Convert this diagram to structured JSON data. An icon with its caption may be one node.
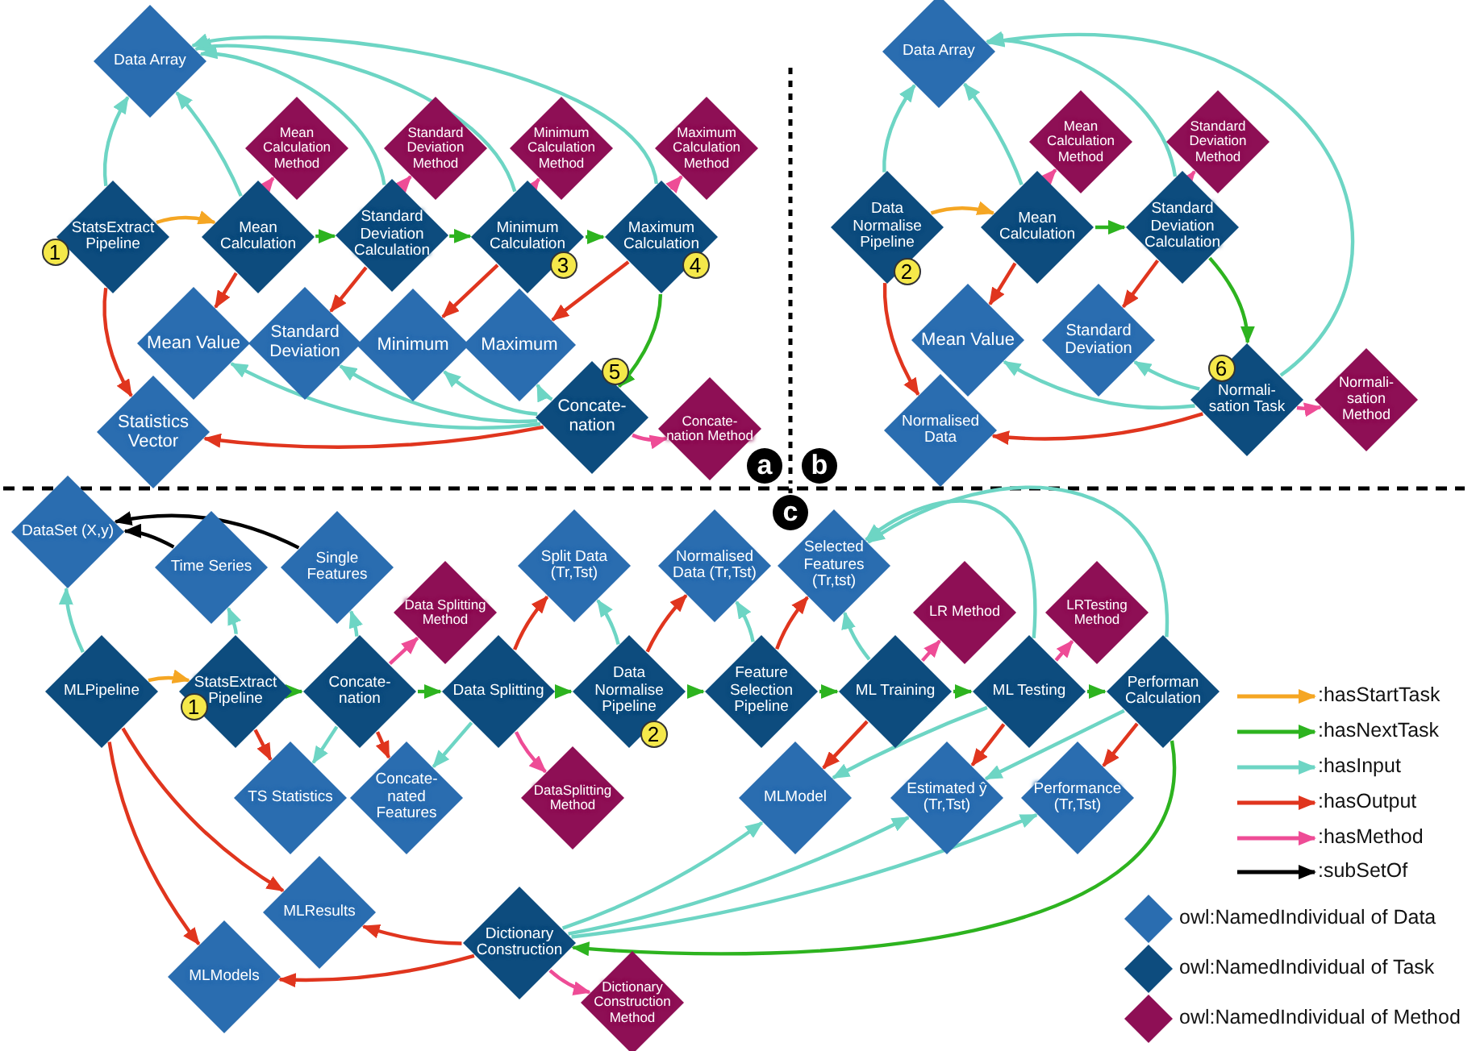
{
  "diagram": {
    "nodes": [
      {
        "text": [
          "Data Array"
        ]
      },
      {
        "text": [
          "Mean Calculation Method"
        ]
      },
      {
        "text": [
          "Standard Deviation Method"
        ]
      },
      {
        "text": [
          "Minimum Calculation Method"
        ]
      },
      {
        "text": [
          "Maximum Calculation Method"
        ]
      },
      {
        "text": [
          "StatsExtract Pipeline"
        ]
      },
      {
        "text": [
          "Mean Calculation"
        ]
      },
      {
        "text": [
          "Standard Deviation Calculation"
        ]
      },
      {
        "text": [
          "Minimum Calculation"
        ]
      },
      {
        "text": [
          "Maximum Calculation"
        ]
      },
      {
        "text": [
          "Mean Value"
        ]
      },
      {
        "text": [
          "Standard Deviation"
        ]
      },
      {
        "text": [
          "Minimum"
        ]
      },
      {
        "text": [
          "Maximum"
        ]
      },
      {
        "text": [
          "Statistics Vector"
        ]
      },
      {
        "text": [
          "Concate- nation"
        ]
      },
      {
        "text": [
          "Concate- nation Method"
        ]
      },
      {
        "text": [
          "Data Array"
        ]
      },
      {
        "text": [
          "Mean Calculation Method"
        ]
      },
      {
        "text": [
          "Standard Deviation Method"
        ]
      },
      {
        "text": [
          "Data Normalise Pipeline"
        ]
      },
      {
        "text": [
          "Mean Calculation"
        ]
      },
      {
        "text": [
          "Standard Deviation Calculation"
        ]
      },
      {
        "text": [
          "Mean Value"
        ]
      },
      {
        "text": [
          "Standard Deviation"
        ]
      },
      {
        "text": [
          "Normalised Data"
        ]
      },
      {
        "text": [
          "Normali- sation Task"
        ]
      },
      {
        "text": [
          "Normali- sation Method"
        ]
      },
      {
        "text": [
          "DataSet (X,y)"
        ]
      },
      {
        "text": [
          "Time Series"
        ]
      },
      {
        "text": [
          "Single Features"
        ]
      },
      {
        "text": [
          "Data Splitting Method"
        ]
      },
      {
        "text": [
          "MLPipeline"
        ]
      },
      {
        "text": [
          "StatsExtract Pipeline"
        ]
      },
      {
        "text": [
          "Concate- nation"
        ]
      },
      {
        "text": [
          "Data Splitting"
        ]
      },
      {
        "text": [
          "TS Statistics"
        ]
      },
      {
        "text": [
          "Concate- nated Features"
        ]
      },
      {
        "text": [
          "DataSplitting Method"
        ]
      },
      {
        "text": [
          "Split Data (Tr,Tst)"
        ]
      },
      {
        "text": [
          "Normalised Data (Tr,Tst)"
        ]
      },
      {
        "text": [
          "Selected Features (Tr,tst)"
        ]
      },
      {
        "text": [
          "LR Method"
        ]
      },
      {
        "text": [
          "LRTesting Method"
        ]
      },
      {
        "text": [
          "Data Normalise Pipeline"
        ]
      },
      {
        "text": [
          "Feature Selection Pipeline"
        ]
      },
      {
        "text": [
          "ML Training"
        ]
      },
      {
        "text": [
          "ML Testing"
        ]
      },
      {
        "text": [
          "Performan Calculation"
        ]
      },
      {
        "text": [
          "MLModel"
        ]
      },
      {
        "text": [
          "Estimated ŷ (Tr,Tst)"
        ]
      },
      {
        "text": [
          "Performance (Tr,Tst)"
        ]
      },
      {
        "text": [
          "MLResults"
        ]
      },
      {
        "text": [
          "MLModels"
        ]
      },
      {
        "text": [
          "Dictionary Construction"
        ]
      },
      {
        "text": [
          "Dictionary Construction Method"
        ]
      }
    ],
    "edges": [
      {
        "from": 5,
        "to": 0,
        "arrow": "to"
      },
      {
        "from": 5,
        "to": 6,
        "arrow": "to",
        "color": "#f5a623"
      },
      {
        "from": 5,
        "to": 14,
        "arrow": "to",
        "color": "#e0351e"
      },
      {
        "from": 6,
        "to": 0,
        "arrow": "to"
      },
      {
        "from": 6,
        "to": 1,
        "arrow": "to",
        "color": "#ee4c96"
      },
      {
        "from": 6,
        "to": 7,
        "arrow": "to",
        "color": "#2db31f"
      },
      {
        "from": 6,
        "to": 10,
        "arrow": "to",
        "color": "#e0351e"
      },
      {
        "from": 7,
        "to": 0,
        "arrow": "to"
      },
      {
        "from": 7,
        "to": 2,
        "arrow": "to",
        "color": "#ee4c96"
      },
      {
        "from": 7,
        "to": 8,
        "arrow": "to",
        "color": "#2db31f"
      },
      {
        "from": 7,
        "to": 11,
        "arrow": "to",
        "color": "#e0351e"
      },
      {
        "from": 8,
        "to": 0,
        "arrow": "to"
      },
      {
        "from": 8,
        "to": 3,
        "arrow": "to",
        "color": "#ee4c96"
      },
      {
        "from": 8,
        "to": 9,
        "arrow": "to",
        "color": "#2db31f"
      },
      {
        "from": 8,
        "to": 12,
        "arrow": "to",
        "color": "#e0351e"
      },
      {
        "from": 9,
        "to": 0,
        "arrow": "to"
      },
      {
        "from": 9,
        "to": 4,
        "arrow": "to",
        "color": "#ee4c96"
      },
      {
        "from": 9,
        "to": 13,
        "arrow": "to",
        "color": "#e0351e"
      },
      {
        "from": 9,
        "to": 15,
        "arrow": "to",
        "color": "#2db31f"
      },
      {
        "from": 15,
        "to": 10,
        "arrow": "to"
      },
      {
        "from": 15,
        "to": 11,
        "arrow": "to"
      },
      {
        "from": 15,
        "to": 12,
        "arrow": "to"
      },
      {
        "from": 15,
        "to": 13,
        "arrow": "to"
      },
      {
        "from": 15,
        "to": 14,
        "arrow": "to",
        "color": "#e0351e"
      },
      {
        "from": 15,
        "to": 16,
        "arrow": "to",
        "color": "#ee4c96"
      },
      {
        "from": 20,
        "to": 17,
        "arrow": "to"
      },
      {
        "from": 20,
        "to": 21,
        "arrow": "to",
        "color": "#f5a623"
      },
      {
        "from": 20,
        "to": 25,
        "arrow": "to",
        "color": "#e0351e"
      },
      {
        "from": 21,
        "to": 17,
        "arrow": "to"
      },
      {
        "from": 21,
        "to": 18,
        "arrow": "to",
        "color": "#ee4c96"
      },
      {
        "from": 21,
        "to": 22,
        "arrow": "to",
        "color": "#2db31f"
      },
      {
        "from": 21,
        "to": 23,
        "arrow": "to",
        "color": "#e0351e"
      },
      {
        "from": 22,
        "to": 17,
        "arrow": "to"
      },
      {
        "from": 22,
        "to": 19,
        "arrow": "to",
        "color": "#ee4c96"
      },
      {
        "from": 22,
        "to": 24,
        "arrow": "to",
        "color": "#e0351e"
      },
      {
        "from": 22,
        "to": 26,
        "arrow": "to",
        "color": "#2db31f"
      },
      {
        "from": 26,
        "to": 17,
        "arrow": "to"
      },
      {
        "from": 26,
        "to": 24,
        "arrow": "to"
      },
      {
        "from": 26,
        "to": 23,
        "arrow": "to"
      },
      {
        "from": 26,
        "to": 25,
        "arrow": "to",
        "color": "#e0351e"
      },
      {
        "from": 26,
        "to": 27,
        "arrow": "to",
        "color": "#ee4c96"
      },
      {
        "from": 29,
        "to": 28,
        "arrow": "to",
        "color": "#000000"
      },
      {
        "from": 30,
        "to": 28,
        "arrow": "to",
        "color": "#000000"
      },
      {
        "from": 32,
        "to": 28,
        "arrow": "to"
      },
      {
        "from": 32,
        "to": 33,
        "arrow": "to",
        "color": "#f5a623"
      },
      {
        "from": 33,
        "to": 29,
        "arrow": "to"
      },
      {
        "from": 33,
        "to": 34,
        "arrow": "to",
        "color": "#2db31f"
      },
      {
        "from": 33,
        "to": 36,
        "arrow": "to",
        "color": "#e0351e"
      },
      {
        "from": 34,
        "to": 30,
        "arrow": "to"
      },
      {
        "from": 34,
        "to": 31,
        "arrow": "to",
        "color": "#ee4c96"
      },
      {
        "from": 34,
        "to": 35,
        "arrow": "to",
        "color": "#2db31f"
      },
      {
        "from": 34,
        "to": 36,
        "arrow": "to"
      },
      {
        "from": 34,
        "to": 37,
        "arrow": "to",
        "color": "#e0351e"
      },
      {
        "from": 35,
        "to": 37,
        "arrow": "to"
      },
      {
        "from": 35,
        "to": 39,
        "arrow": "to",
        "color": "#e0351e"
      },
      {
        "from": 35,
        "to": 38,
        "arrow": "to",
        "color": "#ee4c96"
      },
      {
        "from": 35,
        "to": 44,
        "arrow": "to",
        "color": "#2db31f"
      },
      {
        "from": 44,
        "to": 39,
        "arrow": "to"
      },
      {
        "from": 44,
        "to": 40,
        "arrow": "to",
        "color": "#e0351e"
      },
      {
        "from": 44,
        "to": 45,
        "arrow": "to",
        "color": "#2db31f"
      },
      {
        "from": 45,
        "to": 40,
        "arrow": "to"
      },
      {
        "from": 45,
        "to": 41,
        "arrow": "to",
        "color": "#e0351e"
      },
      {
        "from": 45,
        "to": 46,
        "arrow": "to",
        "color": "#2db31f"
      },
      {
        "from": 46,
        "to": 41,
        "arrow": "to"
      },
      {
        "from": 46,
        "to": 42,
        "arrow": "to",
        "color": "#ee4c96"
      },
      {
        "from": 46,
        "to": 47,
        "arrow": "to",
        "color": "#2db31f"
      },
      {
        "from": 46,
        "to": 49,
        "arrow": "to",
        "color": "#e0351e"
      },
      {
        "from": 47,
        "to": 41,
        "arrow": "to"
      },
      {
        "from": 47,
        "to": 43,
        "arrow": "to",
        "color": "#ee4c96"
      },
      {
        "from": 47,
        "to": 48,
        "arrow": "to",
        "color": "#2db31f"
      },
      {
        "from": 47,
        "to": 49,
        "arrow": "to"
      },
      {
        "from": 47,
        "to": 50,
        "arrow": "to",
        "color": "#e0351e"
      },
      {
        "from": 48,
        "to": 41,
        "arrow": "to"
      },
      {
        "from": 48,
        "to": 50,
        "arrow": "to"
      },
      {
        "from": 48,
        "to": 51,
        "arrow": "to",
        "color": "#e0351e"
      },
      {
        "from": 48,
        "to": 54,
        "arrow": "to",
        "color": "#2db31f"
      },
      {
        "from": 54,
        "to": 49,
        "arrow": "to"
      },
      {
        "from": 54,
        "to": 50,
        "arrow": "to"
      },
      {
        "from": 54,
        "to": 51,
        "arrow": "to"
      },
      {
        "from": 54,
        "to": 52,
        "arrow": "to",
        "color": "#e0351e"
      },
      {
        "from": 54,
        "to": 53,
        "arrow": "to",
        "color": "#e0351e"
      },
      {
        "from": 54,
        "to": 55,
        "arrow": "to",
        "color": "#ee4c96"
      },
      {
        "from": 32,
        "to": 52,
        "arrow": "to",
        "color": "#e0351e"
      },
      {
        "from": 32,
        "to": 53,
        "arrow": "to",
        "color": "#e0351e"
      }
    ],
    "labels": [
      "1",
      "3",
      "4",
      "2",
      "6",
      "5",
      "a",
      "b",
      "c",
      "1",
      "2"
    ],
    "legend": [
      {
        "text": ":hasStartTask"
      },
      {
        "text": ":hasNextTask"
      },
      {
        "text": ":hasInput"
      },
      {
        "text": ":hasOutput"
      },
      {
        "text": ":hasMethod"
      },
      {
        "text": ":subSetOf"
      },
      {
        "text": "owl:NamedIndividual of Data",
        "color": "#2a6db0"
      },
      {
        "text": "owl:NamedIndividual of Task",
        "color": "#0d4c7e"
      },
      {
        "text": "owl:NamedIndividual of Method",
        "color": "#8e0f55"
      }
    ]
  }
}
